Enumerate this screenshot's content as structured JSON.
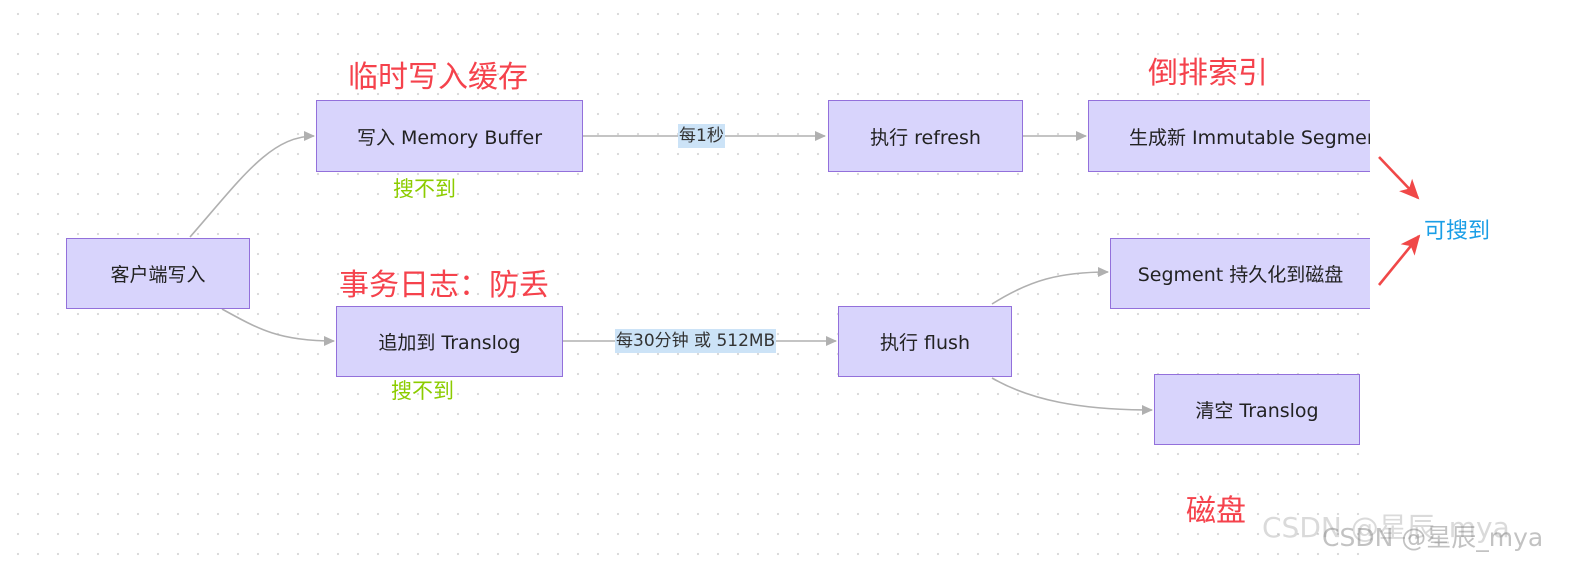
{
  "nodes": {
    "client_write": "客户端写入",
    "memory_buffer": "写入 Memory Buffer",
    "refresh": "执行 refresh",
    "immutable_segment": "生成新 Immutable Segment",
    "translog_append": "追加到 Translog",
    "flush": "执行 flush",
    "segment_persist": "Segment 持久化到磁盘",
    "clear_translog": "清空 Translog"
  },
  "edge_labels": {
    "every_second": "每1秒",
    "every_30min_or_512mb": "每30分钟 或 512MB"
  },
  "annotations": {
    "temp_cache": "临时写入缓存",
    "inverted_index": "倒排索引",
    "not_searchable_1": "搜不到",
    "transaction_log": "事务日志：防丢",
    "not_searchable_2": "搜不到",
    "searchable": "可搜到",
    "disk": "磁盘"
  },
  "watermark": {
    "text_front": "CSDN @星辰_mya",
    "text_back": "CSDN @星辰_mya"
  },
  "colors": {
    "node_fill": "#d8d4fc",
    "node_border": "#9370DB",
    "edge_line": "#b0b0b0",
    "edge_label_bg": "#cce3f7",
    "annotation_red": "#f5424c",
    "annotation_green": "#8ccc00",
    "annotation_blue": "#1a9ee6"
  }
}
